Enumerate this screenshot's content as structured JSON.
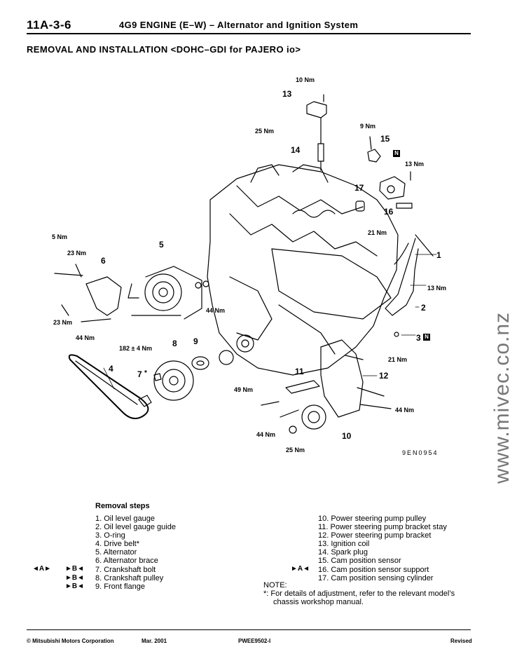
{
  "header": {
    "page_number": "11A-3-6",
    "title": "4G9 ENGINE (E–W) – Alternator and Ignition System"
  },
  "section_title": "REMOVAL AND INSTALLATION <DOHC–GDI for PAJERO io>",
  "figure": {
    "code": "9EN0954",
    "torque_labels": {
      "t13_top": "10 Nm",
      "t14": "25 Nm",
      "t15": "9 Nm",
      "t16": "13 Nm",
      "t17": "21 Nm",
      "t6_left": "5 Nm",
      "t6_mid": "23 Nm",
      "t1": "13 Nm",
      "t5": "44 Nm",
      "t6_low": "23 Nm",
      "t4": "44 Nm",
      "t7": "182 ± 4 Nm",
      "t12": "21 Nm",
      "t11": "49 Nm",
      "t12b": "44 Nm",
      "t10a": "44 Nm",
      "t10b": "25 Nm"
    },
    "callouts": [
      "1",
      "2",
      "3",
      "4",
      "5",
      "6",
      "7",
      "8",
      "9",
      "10",
      "11",
      "12",
      "13",
      "14",
      "15",
      "16",
      "17"
    ],
    "n_mark": "N",
    "asterisk": "*"
  },
  "watermark": "www.mivec.co.nz",
  "removal_steps": {
    "heading": "Removal steps",
    "left": [
      "1. Oil level gauge",
      "2. Oil level gauge guide",
      "3. O-ring",
      "4. Drive belt*",
      "5. Alternator",
      "6. Alternator brace",
      "7. Crankshaft bolt",
      "8. Crankshaft pulley",
      "9. Front flange"
    ],
    "right": [
      "10. Power steering pump pulley",
      "11. Power steering pump bracket stay",
      "12. Power steering pump bracket",
      "13. Ignition coil",
      "14. Spark plug",
      "15. Cam position sensor",
      "16. Cam position sensor support",
      "17. Cam position sensing cylinder"
    ],
    "refs": {
      "a_left": "◄A►",
      "b7": "►B◄",
      "b8": "►B◄",
      "b9": "►B◄",
      "a16": "►A◄"
    }
  },
  "note": {
    "title": "NOTE:",
    "text_line1": "*: For details of adjustment, refer to the relevant model’s",
    "text_line2": "chassis workshop manual."
  },
  "footer": {
    "copyright": "© Mitsubishi Motors Corporation",
    "date": "Mar. 2001",
    "code": "PWEE9502-I",
    "status": "Revised"
  }
}
